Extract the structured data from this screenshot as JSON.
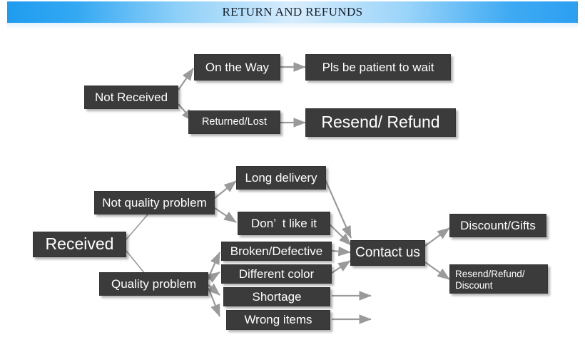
{
  "header": {
    "title": "RETURN AND REFUNDS",
    "gradient_start": "#1f9cf0",
    "gradient_middle": "#d7ecfc",
    "gradient_end": "#2c9ff1"
  },
  "theme": {
    "box_fill": "#3b3b3b",
    "box_text": "#ffffff",
    "connector": "#9a9a9a",
    "page_background": "#ffffff"
  },
  "flow": {
    "not_received_branch": {
      "root": "Not Received",
      "nodes": [
        {
          "label": "On the Way",
          "result": "Pls be patient to wait"
        },
        {
          "label": "Returned/Lost",
          "result": "Resend/ Refund"
        }
      ]
    },
    "received_branch": {
      "root": "Received",
      "not_quality": {
        "label": "Not quality problem",
        "reasons": [
          "Long delivery",
          "Don’  t like it"
        ]
      },
      "quality": {
        "label": "Quality problem",
        "reasons": [
          "Broken/Defective",
          "Different color",
          "Shortage",
          "Wrong items"
        ]
      },
      "contact": "Contact us",
      "outcomes": [
        "Discount/Gifts",
        "Resend/Refund/\nDiscount"
      ]
    }
  }
}
